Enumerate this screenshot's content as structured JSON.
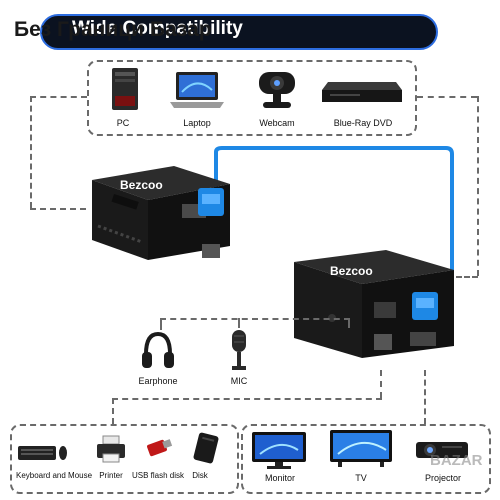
{
  "header": {
    "title": "Wide Compatibility",
    "watermark": "Без Граници Базар"
  },
  "top_devices": [
    {
      "label": "PC"
    },
    {
      "label": "Laptop"
    },
    {
      "label": "Webcam"
    },
    {
      "label": "Blue-Ray DVD"
    }
  ],
  "audio_devices": [
    {
      "label": "Earphone"
    },
    {
      "label": "MIC"
    }
  ],
  "bottom_left_devices": [
    {
      "label": "Keyboard and Mouse"
    },
    {
      "label": "Printer"
    },
    {
      "label": "USB flash disk"
    },
    {
      "label": "Disk"
    }
  ],
  "bottom_right_devices": [
    {
      "label": "Monitor"
    },
    {
      "label": "TV"
    },
    {
      "label": "Projector"
    }
  ],
  "product": {
    "brand": "Bezcoo"
  },
  "footer_watermark": "BAZAR",
  "colors": {
    "title_bg": "#0b1220",
    "title_border": "#2d6de0",
    "cable_blue": "#1e88e5",
    "dashed_line": "#6a6a6a",
    "device_body": "#1c1c1c"
  }
}
